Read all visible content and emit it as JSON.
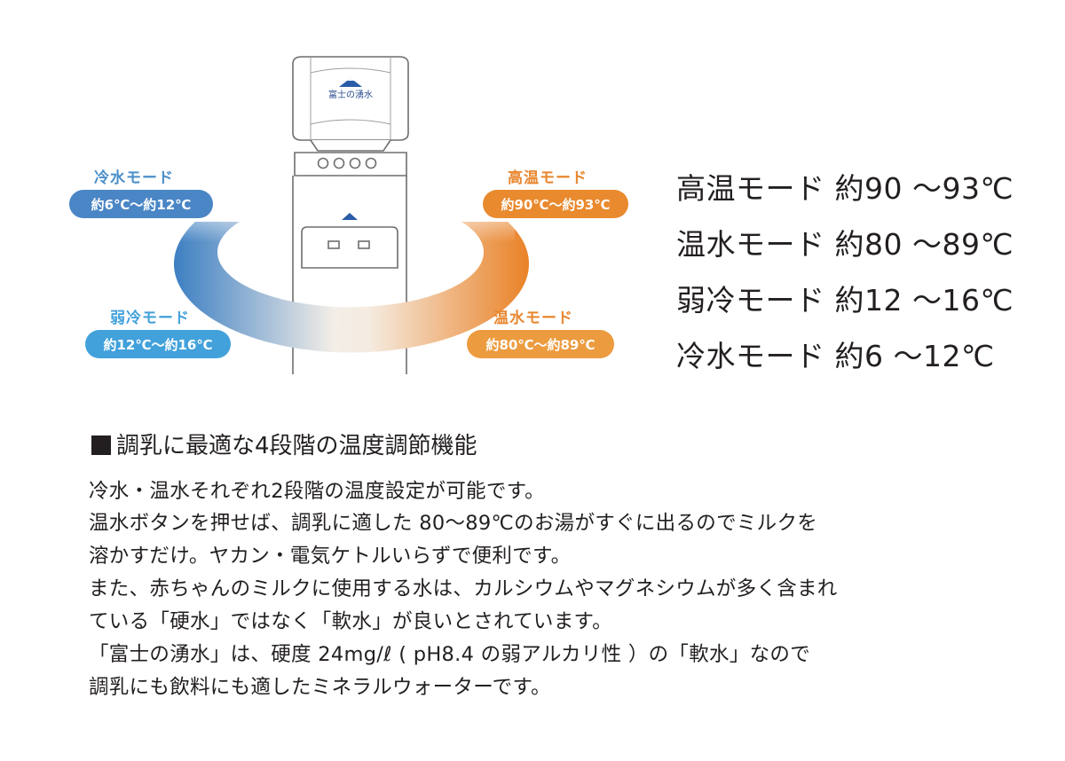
{
  "colors": {
    "cold": "#4a86c5",
    "weak_cold": "#42a1db",
    "hot": "#e98a2e",
    "warm": "#ec9b3f",
    "cold_text": "#4a8fc9",
    "hot_text": "#e8872f"
  },
  "diagram": {
    "logo_text": "富士の湧水",
    "badges": {
      "cold": {
        "title": "冷水モード",
        "range": "約6℃～約12℃"
      },
      "hot": {
        "title": "高温モード",
        "range": "約90℃～約93℃"
      },
      "weak_cold": {
        "title": "弱冷モード",
        "range": "約12℃～約16℃"
      },
      "warm": {
        "title": "温水モード",
        "range": "約80℃～約89℃"
      }
    }
  },
  "modes": [
    "高温モード 約90 ～93℃",
    "温水モード 約80 ～89℃",
    "弱冷モード 約12 ～16℃",
    "冷水モード 約6 ～12℃"
  ],
  "section": {
    "heading": "調乳に最適な4段階の温度調節機能",
    "lines": [
      "冷水・温水それぞれ2段階の温度設定が可能です。",
      "温水ボタンを押せば、調乳に適した 80～89℃のお湯がすぐに出るのでミルクを",
      "溶かすだけ。ヤカン・電気ケトルいらずで便利です。",
      "また、赤ちゃんのミルクに使用する水は、カルシウムやマグネシウムが多く含まれ",
      "ている「硬水」ではなく「軟水」が良いとされています。",
      "「富士の湧水」は、硬度 24mg/ℓ ( pH8.4 の弱アルカリ性 ）の「軟水」なので",
      "調乳にも飲料にも適したミネラルウォーターです。"
    ]
  }
}
